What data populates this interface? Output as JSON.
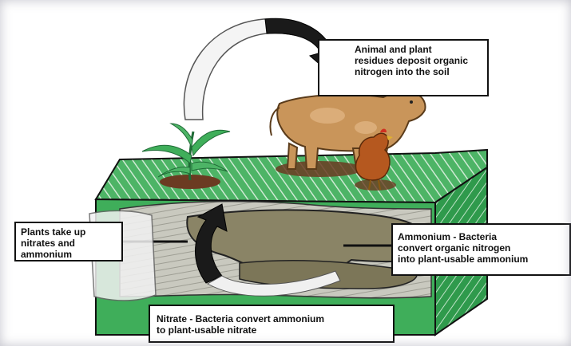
{
  "labels": {
    "residues": "Animal and plant\nresidues deposit organic\nnitrogen into the soil",
    "plants": "Plants take up\nnitrates and\nammonium",
    "ammonium": "Ammonium - Bacteria\nconvert organic nitrogen\ninto plant-usable ammonium",
    "nitrate": "Nitrate - Bacteria convert ammonium\nto plant-usable nitrate"
  },
  "colors": {
    "soil_green": "#3fae5a",
    "soil_dark": "#1f6b36",
    "pocket": "#8a8466",
    "cow": "#c9955a",
    "hen": "#b5581f",
    "arrow_dark": "#1a1a1a",
    "arrow_light": "#f4f4f4"
  }
}
